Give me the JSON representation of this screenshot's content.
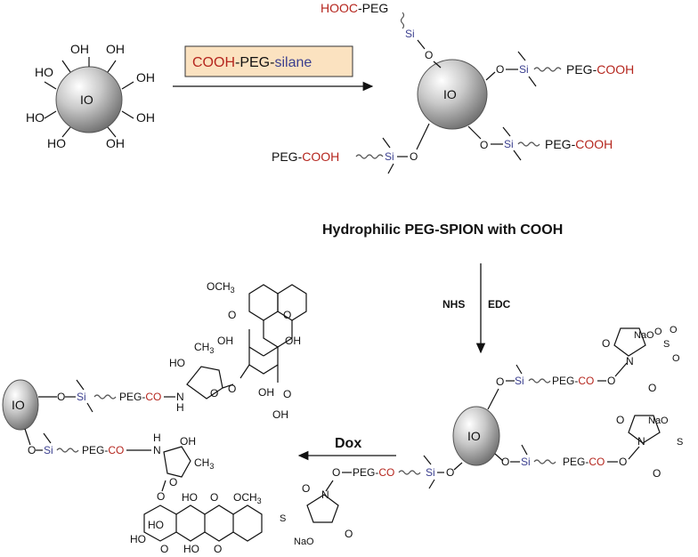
{
  "particle_label": "IO",
  "hydroxyl": "OH",
  "hydroxyl_left": "HO",
  "reagent_box": {
    "cooh": "COOH",
    "peg": "-PEG-",
    "silane": "silane",
    "fill": "#fbe2c0",
    "border": "#333333"
  },
  "peg_chain": {
    "hooc": "HOOC",
    "peg_dash": "-PEG",
    "si": "Si",
    "o": "O",
    "peg": "PEG-",
    "cooh": "COOH",
    "peg_cooh_left": "PEG-",
    "peg_co": "PEG-",
    "co": "CO"
  },
  "caption": "Hydrophilic PEG-SPION with COOH",
  "reagents_step2": {
    "left": "NHS",
    "right": "EDC"
  },
  "step3_label": "Dox",
  "nhs_ester": {
    "na_o": "NaO",
    "s": "S",
    "o": "O",
    "n": "N"
  },
  "dox": {
    "och3": "OCH",
    "sub3": "3",
    "o": "O",
    "oh": "OH",
    "ho": "HO",
    "ch3": "CH",
    "h": "H",
    "n": "N"
  },
  "colors": {
    "red": "#b5261e",
    "blue": "#3b3f8f"
  }
}
